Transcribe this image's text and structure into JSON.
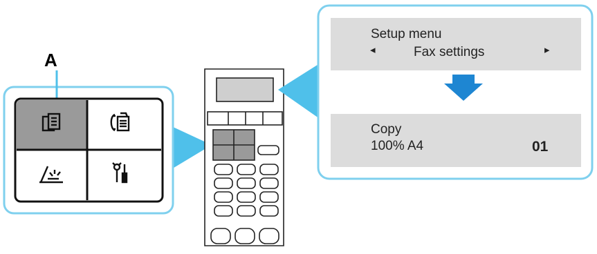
{
  "callout_label": "A",
  "mode_buttons": [
    {
      "icon": "copy-icon",
      "selected": true
    },
    {
      "icon": "fax-icon",
      "selected": false
    },
    {
      "icon": "scan-icon",
      "selected": false
    },
    {
      "icon": "setup-tools-icon",
      "selected": false
    }
  ],
  "lcd_before": {
    "line1": "Setup menu",
    "left_arrow": "◂",
    "line2": "Fax settings",
    "right_arrow": "▸"
  },
  "lcd_after": {
    "line1": "Copy",
    "line2": "100% A4",
    "count": "01"
  },
  "colors": {
    "callout_border": "#7fd0ee",
    "callout_fill": "#ffffff",
    "callout_pointer": "#4fc0ea",
    "lcd_bg": "#dcdcdc",
    "selected_button": "#9a9a9a",
    "arrow": "#1e86d2"
  }
}
